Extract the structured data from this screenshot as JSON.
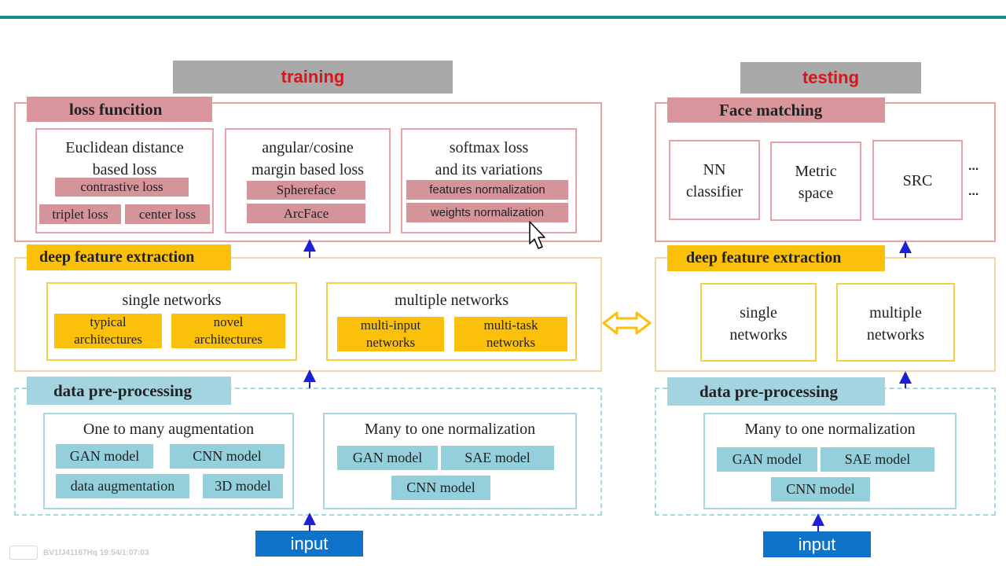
{
  "training": {
    "header": "training",
    "loss": {
      "title": "loss funcition",
      "euclidean": {
        "line1": "Euclidean distance",
        "line2": "based loss",
        "chips": [
          "contrastive loss",
          "triplet loss",
          "center loss"
        ]
      },
      "angular": {
        "line1": "angular/cosine",
        "line2": "margin based loss",
        "chips": [
          "Sphereface",
          "ArcFace"
        ]
      },
      "softmax": {
        "line1": "softmax loss",
        "line2": "and its variations",
        "chips": [
          "features normalization",
          "weights normalization"
        ]
      }
    },
    "feature": {
      "title": "deep feature extraction",
      "single": {
        "label": "single networks",
        "chip1a": "typical",
        "chip1b": "architectures",
        "chip2a": "novel",
        "chip2b": "architectures"
      },
      "multiple": {
        "label": "multiple networks",
        "chip1a": "multi-input",
        "chip1b": "networks",
        "chip2a": "multi-task",
        "chip2b": "networks"
      }
    },
    "preprocess": {
      "title": "data pre-processing",
      "augmentation": {
        "label": "One to many augmentation",
        "chips": [
          "GAN model",
          "CNN model",
          "data augmentation",
          "3D model"
        ]
      },
      "normalization": {
        "label": "Many to one normalization",
        "chips": [
          "GAN model",
          "SAE model",
          "CNN model"
        ]
      }
    },
    "input": "input"
  },
  "testing": {
    "header": "testing",
    "matching": {
      "title": "Face matching",
      "nn": {
        "line1": "NN",
        "line2": "classifier"
      },
      "metric": {
        "line1": "Metric",
        "line2": "space"
      },
      "src": "SRC",
      "ellipsis1": "...",
      "ellipsis2": "..."
    },
    "feature": {
      "title": "deep feature extraction",
      "single": {
        "line1": "single",
        "line2": "networks"
      },
      "multiple": {
        "line1": "multiple",
        "line2": "networks"
      }
    },
    "preprocess": {
      "title": "data pre-processing",
      "normalization": {
        "label": "Many to one normalization",
        "chips": [
          "GAN model",
          "SAE model",
          "CNN model"
        ]
      }
    },
    "input": "input"
  },
  "watermark": "BV1fJ41167Hq 19:54/1:07:03",
  "colors": {
    "accent_line": "#1a8c91",
    "loss": "#d9959c",
    "feature": "#fbc00a",
    "preprocess": "#a5d4e1",
    "input": "#0f73c9",
    "arrow": "#1f1fd6"
  }
}
